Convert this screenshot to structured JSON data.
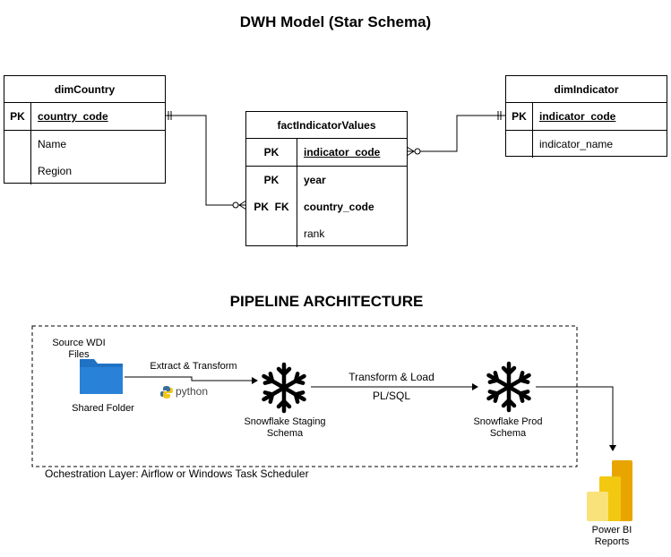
{
  "erd": {
    "title": "DWH Model (Star Schema)",
    "dimCountry": {
      "name": "dimCountry",
      "pk_key": "PK",
      "pk_field": "country_code",
      "fields": [
        "Name",
        "Region"
      ]
    },
    "factIndicatorValues": {
      "name": "factIndicatorValues",
      "keys": [
        "PK",
        "PK",
        "PK  FK",
        ""
      ],
      "fields": [
        "indicator_code",
        "year",
        "country_code",
        "rank"
      ]
    },
    "dimIndicator": {
      "name": "dimIndicator",
      "pk_key": "PK",
      "pk_field": "indicator_code",
      "fields": [
        "indicator_name"
      ]
    }
  },
  "pipeline": {
    "title": "PIPELINE ARCHITECTURE",
    "source_label": "Source WDI\nFiles",
    "shared_folder_label": "Shared Folder",
    "extract_label": "Extract & Transform",
    "python_label": "python",
    "staging_label": "Snowflake Staging\nSchema",
    "transform_load_label": "Transform & Load",
    "plsql_label": "PL/SQL",
    "prod_label": "Snowflake Prod\nSchema",
    "orchestration_label": "Ochestration Layer: Airflow or Windows Task Scheduler",
    "powerbi_label": "Power BI\nReports"
  },
  "colors": {
    "folder": "#1f72c4",
    "python_blue": "#3b6e9a",
    "python_yellow": "#f5c518",
    "powerbi_dark": "#e8a500",
    "powerbi_mid": "#f2c811",
    "powerbi_light": "#f9e27a"
  },
  "icons": [
    "folder-icon",
    "python-logo-icon",
    "snowflake-icon",
    "powerbi-icon"
  ]
}
